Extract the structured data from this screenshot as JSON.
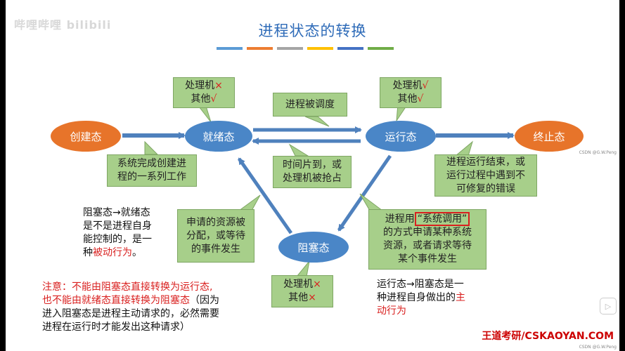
{
  "watermark": "哔哩哔哩 bilibili",
  "title": "进程状态的转换",
  "stripe_colors": [
    "#5b9bd5",
    "#ed7d31",
    "#a5a5a5",
    "#ffc000",
    "#4472c4",
    "#70ad47"
  ],
  "states": {
    "create": "创建态",
    "ready": "就绪态",
    "running": "运行态",
    "terminate": "终止态",
    "blocked": "阻塞态"
  },
  "resources": {
    "ready": {
      "line1": "处理机",
      "mark1": "×",
      "line2": "其他",
      "mark2": "√"
    },
    "running": {
      "line1": "处理机",
      "mark1": "√",
      "line2": "其他",
      "mark2": "√"
    },
    "blocked": {
      "line1": "处理机",
      "mark1": "×",
      "line2": "其他",
      "mark2": "×"
    }
  },
  "transitions": {
    "dispatch": "进程被调度",
    "create_done": [
      "系统完成创建进",
      "程的一系列工作"
    ],
    "timeout": [
      "时间片到，或",
      "处理机被抢占"
    ],
    "terminate": [
      "进程运行结束，或",
      "运行过程中遇到不",
      "可修复的错误"
    ],
    "wakeup": [
      "申请的资源被",
      "分配，或等待",
      "的事件发生"
    ],
    "block": {
      "prefix": "进程用",
      "highlight": "“系统调用”",
      "line2": "的方式申请某种系统",
      "line3": "资源，或者请求等待",
      "line4": "某个事件发生"
    }
  },
  "notes": {
    "passive": {
      "line1": "阻塞态→就绪态",
      "line2": "是不是进程自身",
      "line3": "能控制的，是一",
      "line4_prefix": "种",
      "line4_red": "被动行为",
      "line4_suffix": "。"
    },
    "warning": {
      "line1": "注意：不能由阻塞态直接转换为运行态,",
      "line2_red": "也不能由就绪态直接转换为阻塞态",
      "line2_suffix": "（因为",
      "line3": "进入阻塞态是进程主动请求的，必然需要",
      "line4": "进程在运行时才能发出这种请求）"
    },
    "active": {
      "line1": "运行态→阻塞态是一",
      "line2_prefix": "种进程自身做出的",
      "line2_red": "主",
      "line3_red": "动行为"
    }
  },
  "brand": "王道考研/CSKAOYAN.COM",
  "copyright": "CSDN @G.W.Peng"
}
